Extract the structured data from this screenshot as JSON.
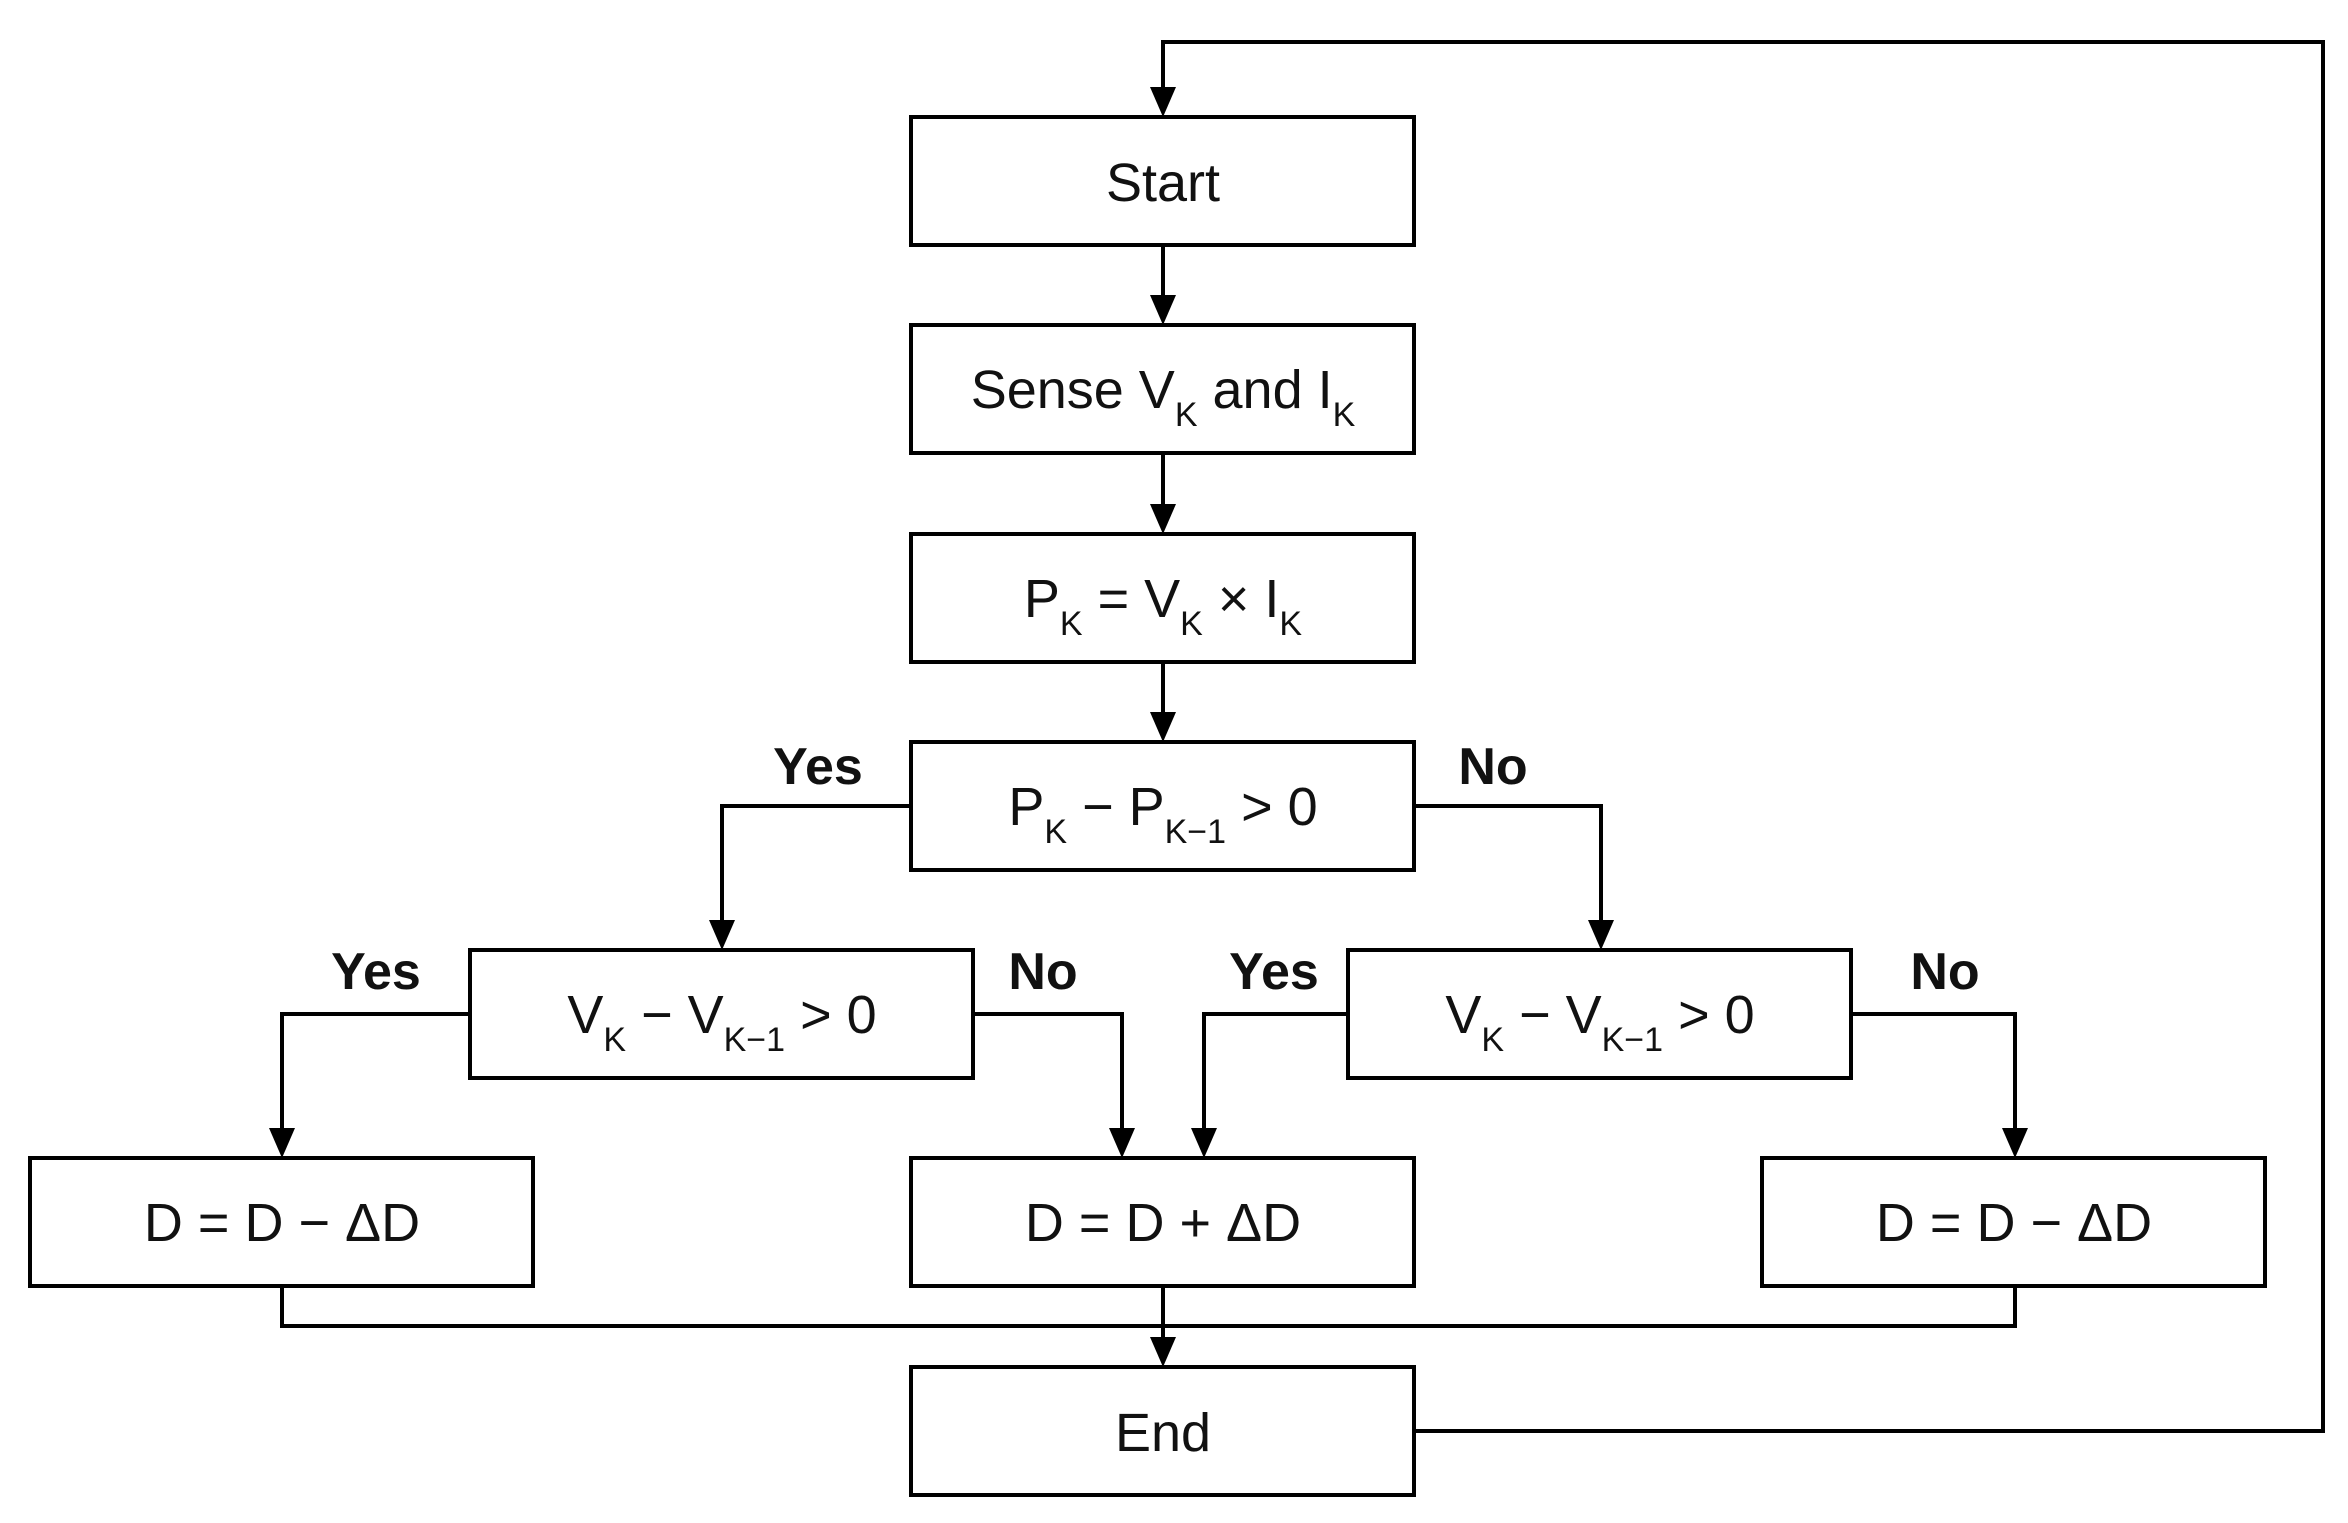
{
  "nodes": {
    "start": {
      "text": "Start"
    },
    "sense": {
      "prefix": "Sense V",
      "sub1": "K",
      "mid": " and I",
      "sub2": "K"
    },
    "power": {
      "p": "P",
      "p_sub": "K",
      "eq": " = V",
      "v_sub": "K",
      "times": " × I",
      "i_sub": "K"
    },
    "decision_power": {
      "p1": "P",
      "p1_sub": "K",
      "minus": " − P",
      "p2_sub": "K−1",
      "cmp": " > 0"
    },
    "decision_voltage_left": {
      "v1": "V",
      "v1_sub": "K",
      "minus": " − V",
      "v2_sub": "K−1",
      "cmp": " > 0"
    },
    "decision_voltage_right": {
      "v1": "V",
      "v1_sub": "K",
      "minus": " − V",
      "v2_sub": "K−1",
      "cmp": " > 0"
    },
    "decrease_left": {
      "text": "D = D − ΔD"
    },
    "increase": {
      "text": "D = D + ΔD"
    },
    "decrease_right": {
      "text": "D = D − ΔD"
    },
    "end": {
      "text": "End"
    }
  },
  "branches": {
    "power_yes": "Yes",
    "power_no": "No",
    "voltage_left_yes": "Yes",
    "voltage_left_no": "No",
    "voltage_right_yes": "Yes",
    "voltage_right_no": "No"
  }
}
